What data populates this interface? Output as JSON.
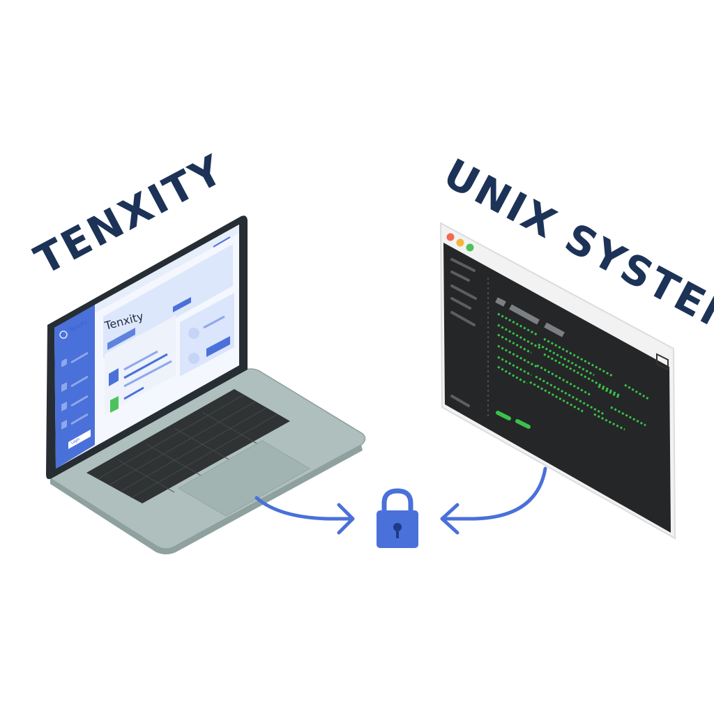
{
  "left": {
    "heading": "TENXITY",
    "app_title": "Tenxity",
    "sidebar_brand": "Tenxity",
    "sidebar_button": "Login"
  },
  "right": {
    "heading": "UNIX SYSTEM"
  },
  "colors": {
    "heading": "#1c3357",
    "accent": "#4a70d9",
    "terminal_bg": "#252627",
    "terminal_text": "#39c24a",
    "traffic_red": "#f06a4f",
    "traffic_yellow": "#f5b43a",
    "traffic_green": "#4cc35a"
  },
  "icons": {
    "center": "padlock-icon",
    "connectors": "arrow-right-icon"
  }
}
